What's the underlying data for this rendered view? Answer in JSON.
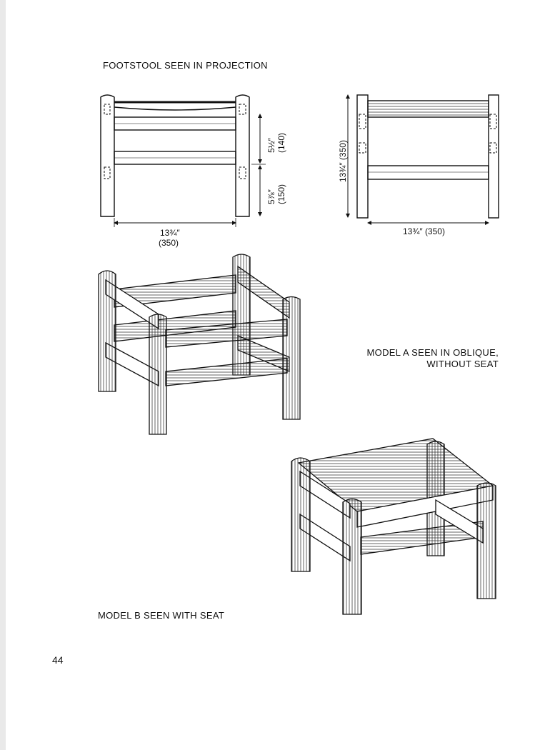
{
  "captions": {
    "projection": "FOOTSTOOL SEEN IN PROJECTION",
    "model_a_line1": "MODEL A SEEN IN OBLIQUE,",
    "model_a_line2": "WITHOUT SEAT",
    "model_b": "MODEL B SEEN WITH SEAT"
  },
  "dimensions": {
    "front_width": "13¾″",
    "front_width_mm": "(350)",
    "upper_height": "5½″",
    "upper_height_mm": "(140)",
    "lower_height": "5⅞″",
    "lower_height_mm": "(150)",
    "side_height": "13¾″ (350)",
    "side_width": "13¾″ (350)"
  },
  "page_number": "44"
}
